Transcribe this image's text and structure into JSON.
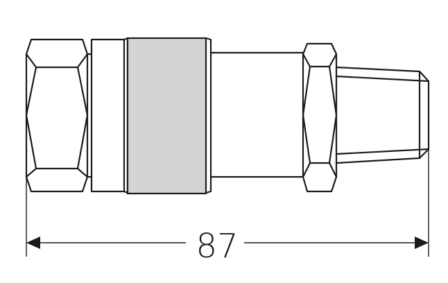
{
  "drawing": {
    "subject": "quick coupling with female hex nut and male tapered thread",
    "dimension": {
      "value": "87",
      "orientation": "horizontal",
      "span": "overall length"
    },
    "colors": {
      "line": "#1a1a1a",
      "sleeve_fill": "#d3d4d5",
      "background": "#ffffff"
    },
    "parts": [
      {
        "name": "female-hex-nut"
      },
      {
        "name": "collar"
      },
      {
        "name": "coupling-sleeve",
        "shaded": true
      },
      {
        "name": "body"
      },
      {
        "name": "hex-nut"
      },
      {
        "name": "tapered-male-thread"
      }
    ]
  }
}
